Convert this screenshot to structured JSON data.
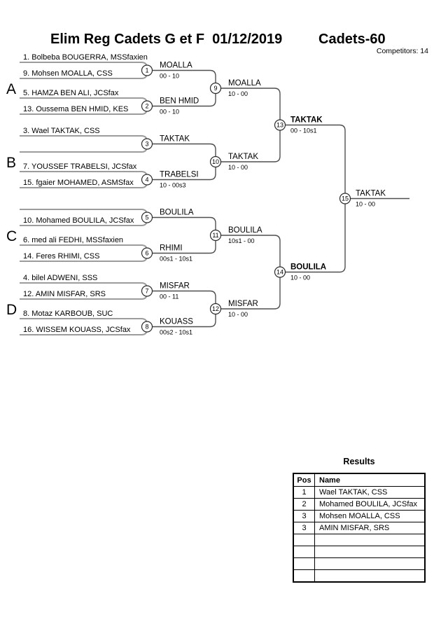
{
  "header": {
    "title": "Elim Reg Cadets G et F  01/12/2019",
    "category": "Cadets-60",
    "competitors_label": "Competitors: 14"
  },
  "bracket": {
    "groups": [
      {
        "label": "A",
        "pairs": [
          {
            "players": [
              "1. Bolbeba BOUGERRA, MSSfaxien",
              "9. Mohsen MOALLA, CSS"
            ],
            "match": {
              "no": "1",
              "winner": "MOALLA",
              "score": "00 - 10"
            }
          },
          {
            "players": [
              "5. HAMZA BEN ALI, JCSfax",
              "13. Oussema BEN HMID, KES"
            ],
            "match": {
              "no": "2",
              "winner": "BEN HMID",
              "score": "00 - 10"
            }
          }
        ]
      },
      {
        "label": "B",
        "pairs": [
          {
            "players": [
              "3. Wael TAKTAK, CSS",
              ""
            ],
            "match": {
              "no": "3",
              "winner": "TAKTAK",
              "score": ""
            }
          },
          {
            "players": [
              "7. YOUSSEF TRABELSI, JCSfax",
              "15. fgaier MOHAMED, ASMSfax"
            ],
            "match": {
              "no": "4",
              "winner": "TRABELSI",
              "score": "10 - 00s3"
            }
          }
        ]
      },
      {
        "label": "C",
        "pairs": [
          {
            "players": [
              "",
              "10. Mohamed BOULILA, JCSfax"
            ],
            "match": {
              "no": "5",
              "winner": "BOULILA",
              "score": ""
            }
          },
          {
            "players": [
              "6. med ali FEDHI, MSSfaxien",
              "14. Feres RHIMI, CSS"
            ],
            "match": {
              "no": "6",
              "winner": "RHIMI",
              "score": "00s1 - 10s1"
            }
          }
        ]
      },
      {
        "label": "D",
        "pairs": [
          {
            "players": [
              "4. bilel ADWENI, SSS",
              "12. AMIN MISFAR, SRS"
            ],
            "match": {
              "no": "7",
              "winner": "MISFAR",
              "score": "00 - 11"
            }
          },
          {
            "players": [
              "8. Motaz KARBOUB, SUC",
              "16. WISSEM KOUASS, JCSfax"
            ],
            "match": {
              "no": "8",
              "winner": "KOUASS",
              "score": "00s2 - 10s1"
            }
          }
        ]
      }
    ],
    "round2": [
      {
        "no": "9",
        "winner": "MOALLA",
        "score": "10 - 00"
      },
      {
        "no": "10",
        "winner": "TAKTAK",
        "score": "10 - 00"
      },
      {
        "no": "11",
        "winner": "BOULILA",
        "score": "10s1 - 00"
      },
      {
        "no": "12",
        "winner": "MISFAR",
        "score": "10 - 00"
      }
    ],
    "semifinals": [
      {
        "no": "13",
        "winner": "TAKTAK",
        "score": "00 - 10s1",
        "bold": true
      },
      {
        "no": "14",
        "winner": "BOULILA",
        "score": "10 - 00",
        "bold": true
      }
    ],
    "final": {
      "no": "15",
      "winner": "TAKTAK",
      "score": "10 - 00"
    }
  },
  "results": {
    "title": "Results",
    "columns": [
      "Pos",
      "Name"
    ],
    "rows": [
      [
        "1",
        "Wael TAKTAK, CSS"
      ],
      [
        "2",
        "Mohamed BOULILA, JCSfax"
      ],
      [
        "3",
        "Mohsen MOALLA, CSS"
      ],
      [
        "3",
        "AMIN MISFAR, SRS"
      ],
      [
        "",
        ""
      ],
      [
        "",
        ""
      ],
      [
        "",
        ""
      ],
      [
        "",
        ""
      ]
    ]
  }
}
